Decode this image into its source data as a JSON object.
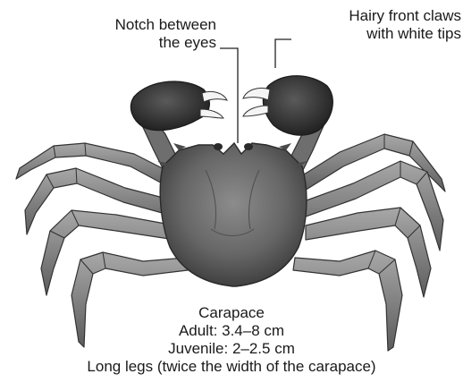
{
  "labels": {
    "notch": [
      "Notch between",
      "the eyes"
    ],
    "claws": [
      "Hairy front claws",
      "with white tips"
    ],
    "carapace": [
      "Carapace",
      "Adult: 3.4–8 cm",
      "Juvenile: 2–2.5 cm",
      "Long legs (twice the width of the carapace)"
    ]
  },
  "colors": {
    "shell": "#6b6b6b",
    "shell_dark": "#3e3e3e",
    "hair": "#2b2b2b",
    "leg": "#8a8a8a",
    "line": "#222222"
  }
}
